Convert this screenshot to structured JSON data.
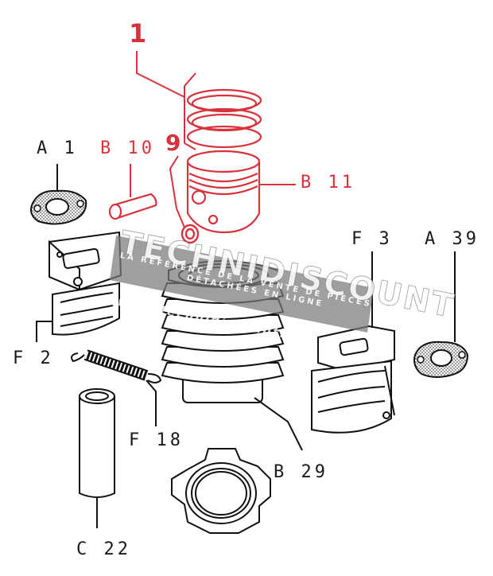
{
  "colors": {
    "callout_red": "#d8323c",
    "ink": "#1a1a1a",
    "watermark_band": "#7a7a7a"
  },
  "callouts": {
    "main_number": "1",
    "sub_number": "9",
    "b10": "B 10",
    "b11": "B 11",
    "a1": "A 1",
    "a39": "A 39",
    "f3": "F 3",
    "f2": "F 2",
    "f18": "F 18",
    "b29": "B 29",
    "c22": "C 22"
  },
  "watermark": {
    "brand": "TECHNIDISCOUNT",
    "tagline_1": "LA RÉFÉRENCE DE LA VENTE DE PIÈCES",
    "tagline_2": "DÉTACHÉES EN LIGNE",
    "url": "www.technidiscount.com"
  }
}
